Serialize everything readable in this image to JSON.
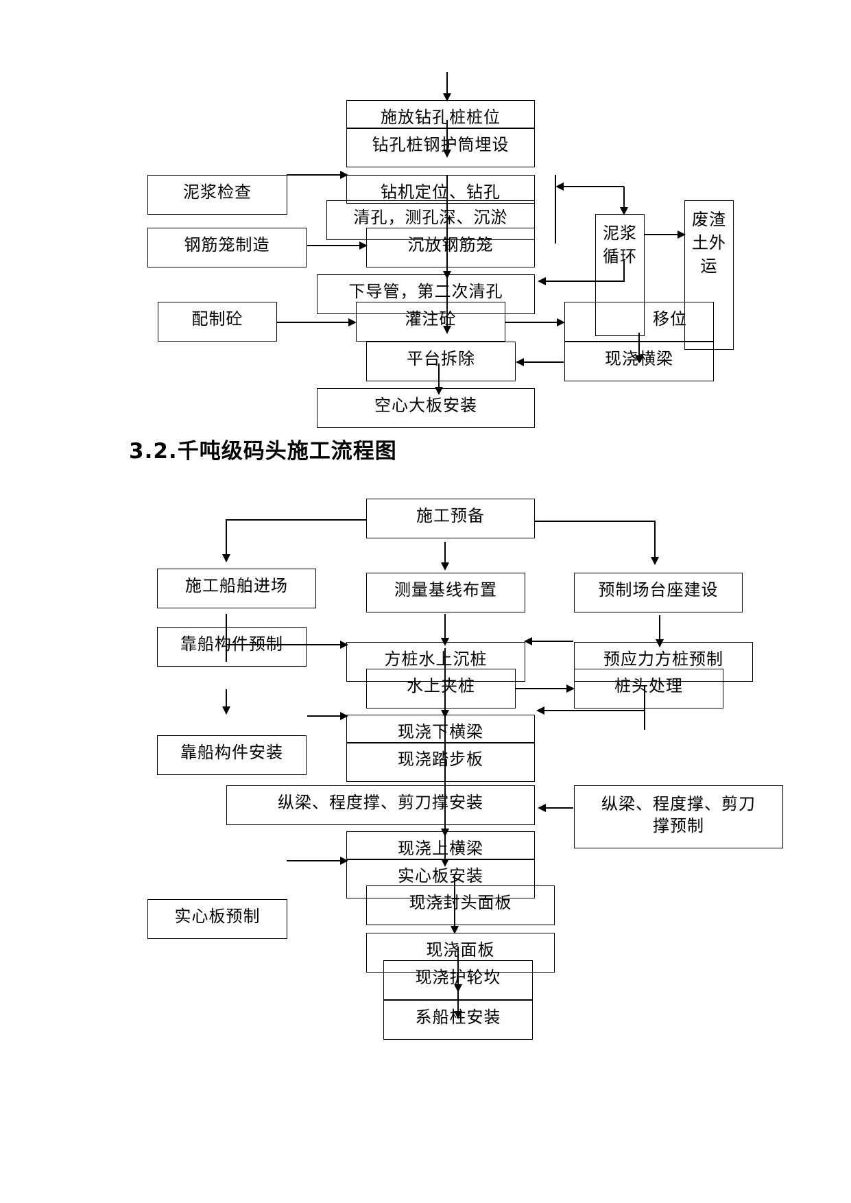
{
  "flow1": {
    "steps": {
      "s1": "施放钻孔桩桩位",
      "s2": "钻孔桩钢护筒埋设",
      "s3": "钻机定位、钻孔",
      "s4": "清孔，测孔深、沉淤",
      "s5": "沉放钢筋笼",
      "s6": "下导管，第二次清孔",
      "s7": "灌注砼",
      "s8": "平台拆除",
      "s9": "空心大板安装"
    },
    "side": {
      "mud_check": "泥浆检查",
      "rebar_cage": "钢筋笼制造",
      "concrete_mix": "配制砼",
      "mud_cycle": "泥浆循环",
      "waste_out": "废渣土外运",
      "move": "移位",
      "crossbeam": "现浇横梁"
    }
  },
  "heading": "3.2.千吨级码头施工流程图",
  "flow2": {
    "main": {
      "prep": "施工预备",
      "survey": "测量基线布置",
      "pile_sink": "方桩水上沉桩",
      "pile_clamp": "水上夹桩",
      "lower_beam": "现浇下横梁",
      "step_board": "现浇踏步板",
      "stringer": "纵梁、程度撑、剪刀撑安装",
      "upper_beam": "现浇上横梁",
      "solid_install": "实心板安装",
      "end_panel": "现浇封头面板",
      "deck": "现浇面板",
      "kerb": "现浇护轮坎",
      "bollard": "系船柱安装"
    },
    "left": {
      "vessel": "施工船舶进场",
      "fender_pre": "靠船构件预制",
      "fender_ins": "靠船构件安装",
      "solid_pre": "实心板预制"
    },
    "right": {
      "yard": "预制场台座建设",
      "prestress": "预应力方桩预制",
      "pile_head": "桩头处理",
      "stringer_pre": "纵梁、程度撑、剪刀撑预制"
    }
  }
}
